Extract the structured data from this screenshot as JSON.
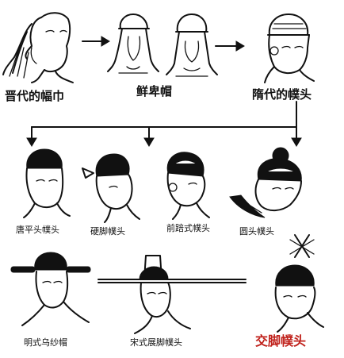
{
  "labels": {
    "jin_headscarf": "晋代的幅巾",
    "xianbei_hat": "鲜卑帽",
    "sui_futou": "隋代的幞头",
    "tang_flat_futou": "唐平头幞头",
    "hard_foot_futou": "硬脚幞头",
    "forward_tilt_futou": "前踣式幞头",
    "round_top_futou": "圆头幞头",
    "ming_wusha_hat": "明式乌纱帽",
    "song_extended_futou": "宋式展脚幞头",
    "crossed_foot_futou": "交脚幞头"
  },
  "colors": {
    "ink": "#111111",
    "highlight": "#c0221c",
    "background": "#ffffff"
  }
}
